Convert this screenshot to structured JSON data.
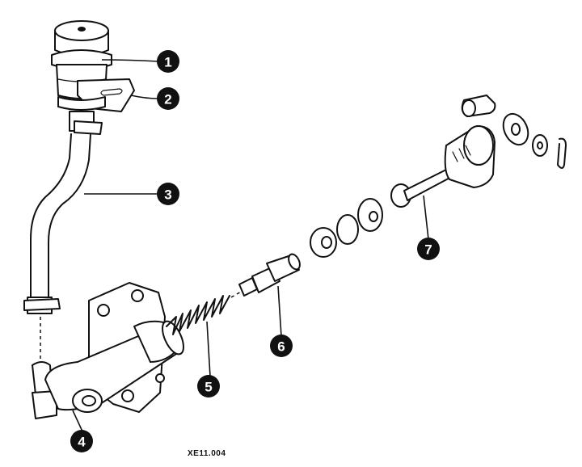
{
  "diagram": {
    "callouts": [
      {
        "number": "1"
      },
      {
        "number": "2"
      },
      {
        "number": "3"
      },
      {
        "number": "4"
      },
      {
        "number": "5"
      },
      {
        "number": "6"
      },
      {
        "number": "7"
      }
    ],
    "reference_code": "XE11.004"
  }
}
